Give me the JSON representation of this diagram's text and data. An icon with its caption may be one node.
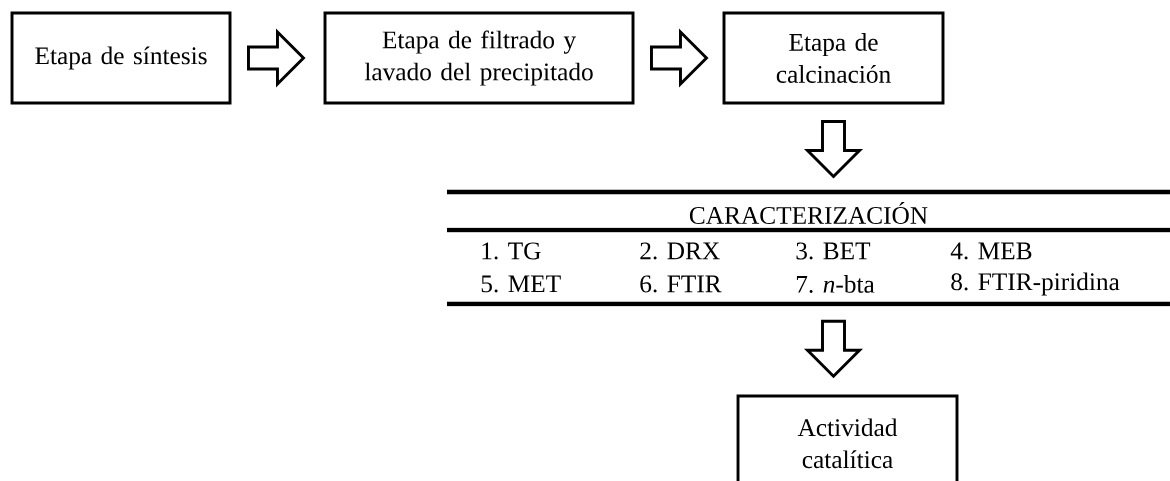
{
  "diagram": {
    "nodes": [
      {
        "text": [
          "Etapa de síntesis"
        ]
      },
      {
        "text": [
          "Etapa de filtrado y lavado del precipitado"
        ]
      },
      {
        "text": [
          "Etapa de calcinación"
        ]
      },
      {
        "text": [
          "CARACTERIZACIÓN",
          "1. TG",
          "2. DRX",
          "3. BET",
          "4. MEB",
          "5. MET",
          "6. FTIR",
          "7. *n*-bta",
          "8. FTIR-piridina"
        ]
      },
      {
        "text": [
          "Actividad catalítica"
        ]
      }
    ],
    "edges": [
      {
        "from": 0,
        "to": 1,
        "arrow": "to"
      },
      {
        "from": 1,
        "to": 2,
        "arrow": "to"
      },
      {
        "from": 2,
        "to": 3,
        "arrow": "to"
      },
      {
        "from": 3,
        "to": 4,
        "arrow": "to"
      }
    ]
  }
}
